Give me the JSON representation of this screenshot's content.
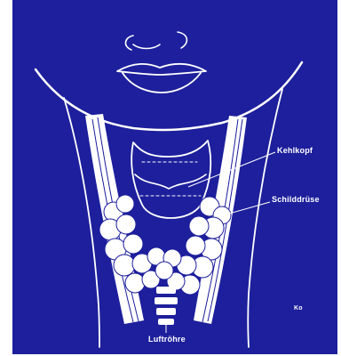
{
  "colors": {
    "background": "#ffffff",
    "panel": "#1d1f9c",
    "line": "#ffffff"
  },
  "labels": {
    "kehlkopf": "Kehlkopf",
    "schilddruese": "Schilddrüse",
    "luftroehre": "Luftröhre",
    "signature": "Ko"
  }
}
